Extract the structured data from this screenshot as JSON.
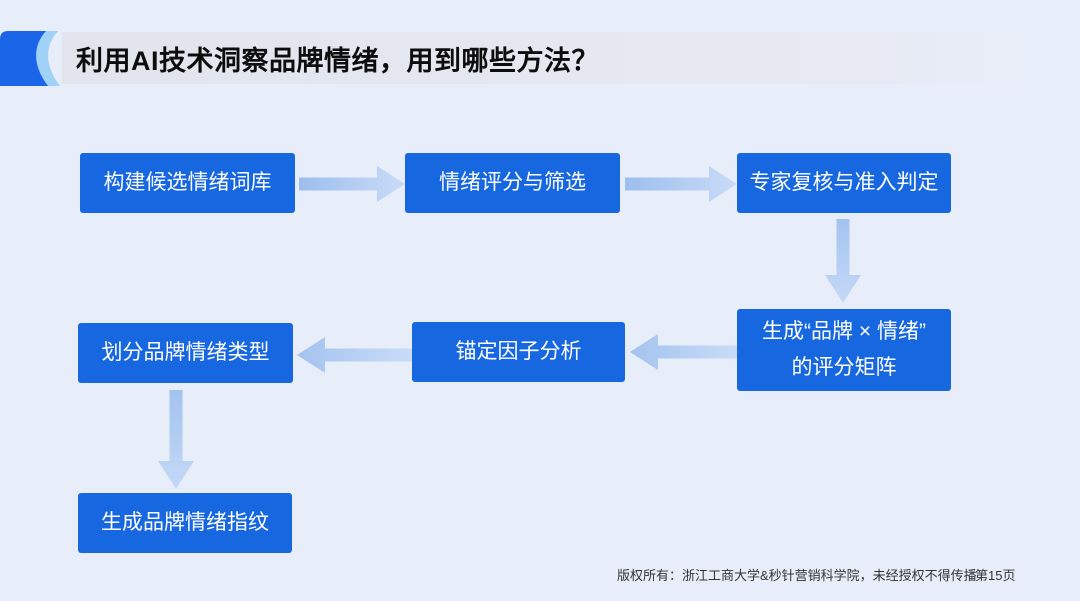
{
  "slide": {
    "title": "利用AI技术洞察品牌情绪，用到哪些方法？",
    "flowchart": {
      "boxes": [
        {
          "id": "build-lexicon",
          "label": "构建候选情绪词库"
        },
        {
          "id": "score-filter",
          "label": "情绪评分与筛选"
        },
        {
          "id": "expert-review",
          "label": "专家复核与准入判定"
        },
        {
          "id": "score-matrix",
          "label": "生成“品牌 × 情绪”\n的评分矩阵"
        },
        {
          "id": "factor-analysis",
          "label": "锚定因子分析"
        },
        {
          "id": "emotion-typing",
          "label": "划分品牌情绪类型"
        },
        {
          "id": "fingerprint",
          "label": "生成品牌情绪指纹"
        }
      ],
      "flow_order_note": "row1 left-to-right, down, row2 right-to-left, down, row3"
    },
    "footer": {
      "copyright": "版权所有：浙江工商大学&秒针营销科学院，未经授权不得传播",
      "page": "第15页"
    },
    "colors": {
      "background": "#e8eef9",
      "box_blue": "#1767e1",
      "box_text": "#ffffff",
      "arrow_dark": "#9dbeee",
      "arrow_light": "#c9dcf8",
      "deco_dark_blue": "#1b66e8",
      "deco_light_blue": "#9fd2f6",
      "title_text": "#0d0d0d",
      "footer_text": "#333333"
    }
  }
}
